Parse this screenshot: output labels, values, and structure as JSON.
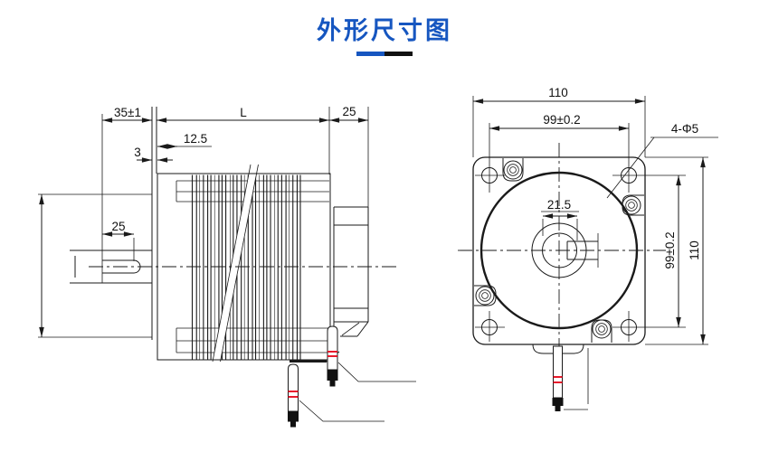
{
  "title": "外形尺寸图",
  "colors": {
    "title_blue": "#1656c0",
    "underline_blue": "#1656c0",
    "underline_black": "#111111",
    "line_color": "#1a1a1a",
    "cable_band_red": "#e60015",
    "background": "#ffffff"
  },
  "side_view_dims": {
    "front_section": "35±1",
    "body_length": "L",
    "rear_section": "25",
    "fin_offset": "12.5",
    "step": "3",
    "shaft_key_length": "25"
  },
  "front_view_dims": {
    "flange_width": "110",
    "hole_spacing_horizontal": "99±0.2",
    "mounting_holes": "4-Φ5",
    "shaft_boss_dia": "21.5",
    "hole_spacing_vertical": "99±0.2",
    "flange_height": "110"
  }
}
